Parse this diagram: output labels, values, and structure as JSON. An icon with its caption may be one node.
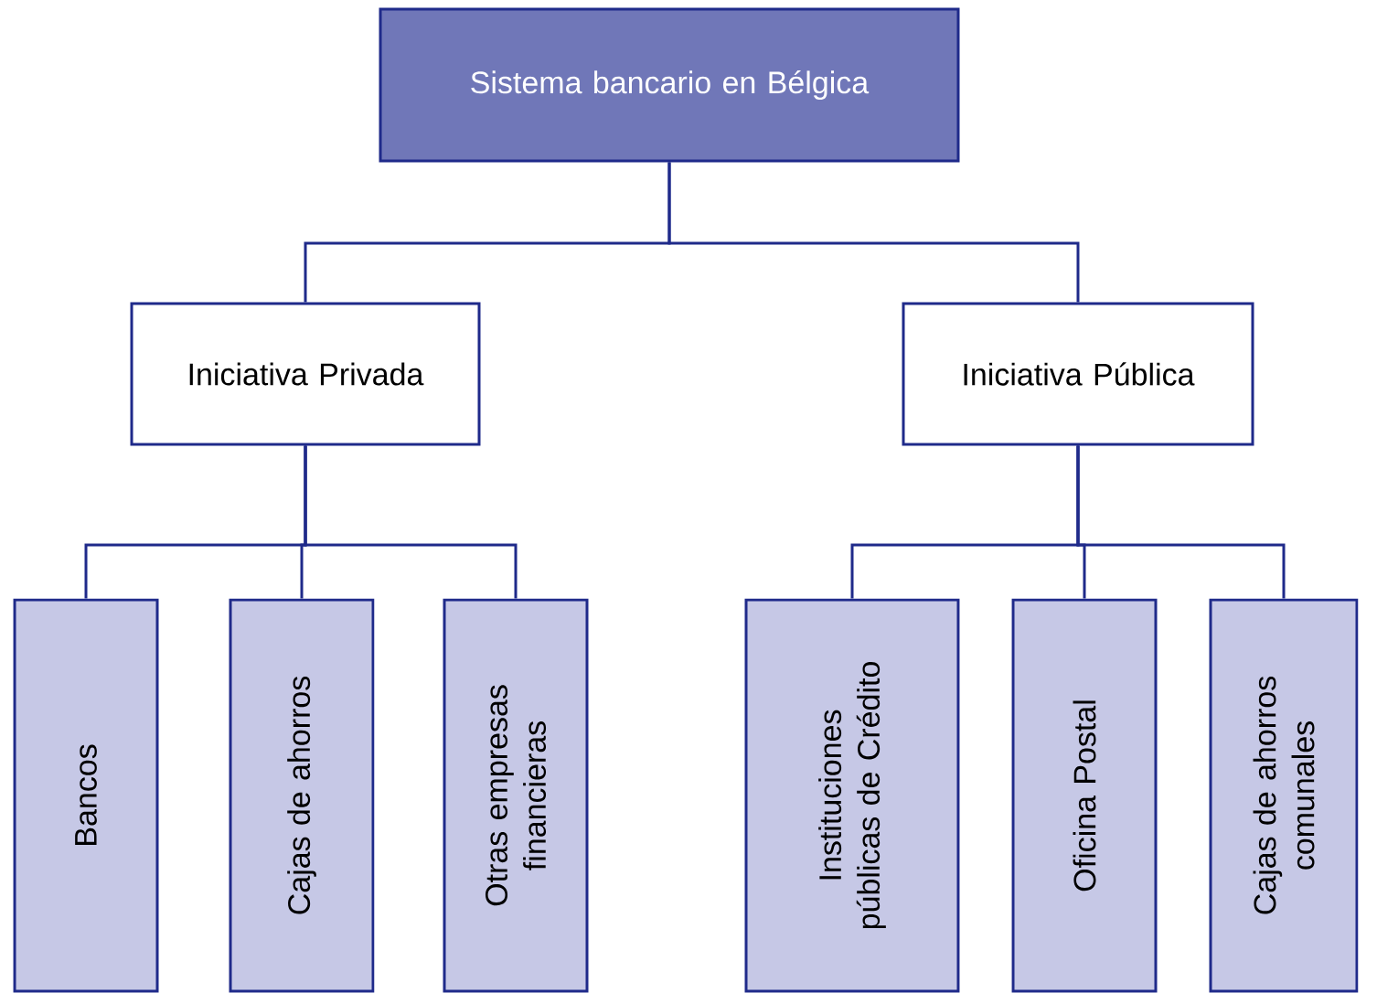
{
  "diagram": {
    "nodes": [
      {
        "text": [
          "Sistema bancario en Bélgica"
        ]
      },
      {
        "text": [
          "Iniciativa Privada"
        ]
      },
      {
        "text": [
          "Iniciativa Pública"
        ]
      },
      {
        "text": [
          "Bancos"
        ]
      },
      {
        "text": [
          "Cajas de ahorros"
        ]
      },
      {
        "text": [
          "Otras empresas financieras"
        ]
      },
      {
        "text": [
          "Instituciones públicas de Crédito"
        ]
      },
      {
        "text": [
          "Oficina Postal"
        ]
      },
      {
        "text": [
          "Cajas de ahorros comunales"
        ]
      }
    ],
    "edges": [
      {
        "from": 0,
        "to": 1,
        "arrow": "none"
      },
      {
        "from": 0,
        "to": 2,
        "arrow": "none"
      },
      {
        "from": 1,
        "to": 3,
        "arrow": "none"
      },
      {
        "from": 1,
        "to": 4,
        "arrow": "none"
      },
      {
        "from": 1,
        "to": 5,
        "arrow": "none"
      },
      {
        "from": 2,
        "to": 6,
        "arrow": "none"
      },
      {
        "from": 2,
        "to": 7,
        "arrow": "none"
      },
      {
        "from": 2,
        "to": 8,
        "arrow": "none"
      }
    ]
  }
}
